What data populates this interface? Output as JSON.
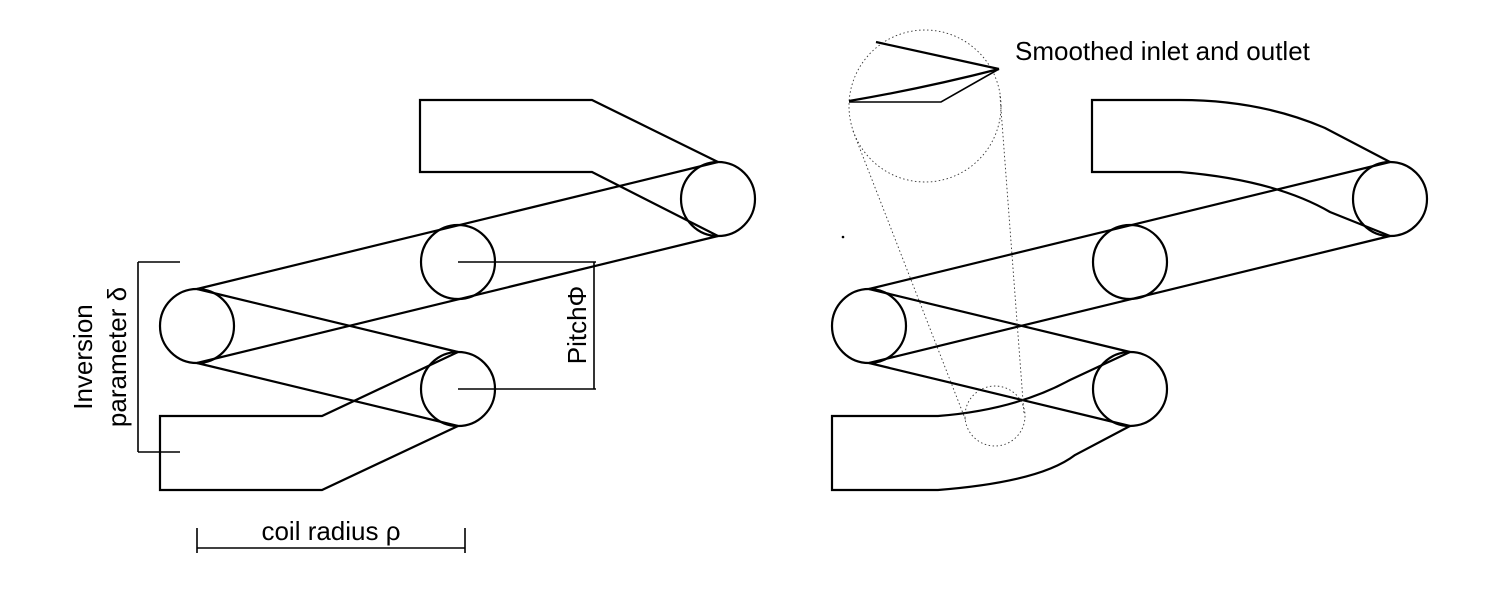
{
  "labels": {
    "inversion_line1": "Inversion",
    "inversion_line2": "parameter δ",
    "pitch": "PitchΦ",
    "coil_radius": "coil radius ρ",
    "smoothed": "Smoothed inlet and outlet"
  }
}
